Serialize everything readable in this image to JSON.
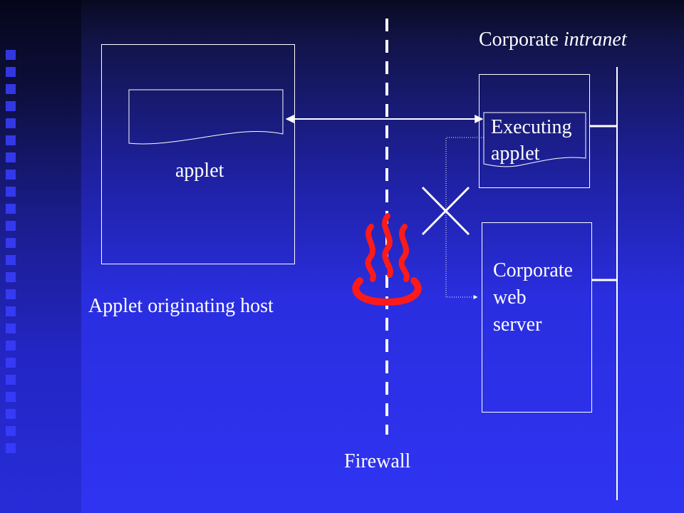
{
  "labels": {
    "corporate_prefix": "Corporate ",
    "corporate_italic": "intranet",
    "applet": "applet",
    "executing_line1": "Executing",
    "executing_line2": "applet",
    "web_server_line1": "Corporate",
    "web_server_line2": "web",
    "web_server_line3": "server",
    "originating_host": "Applet originating host",
    "firewall": "Firewall"
  },
  "icons": {
    "firewall": "hot-springs-icon",
    "blocked": "cross-icon"
  },
  "colors": {
    "background": "#2f34f2",
    "line": "#ffffff",
    "flame": "#ff0000"
  }
}
